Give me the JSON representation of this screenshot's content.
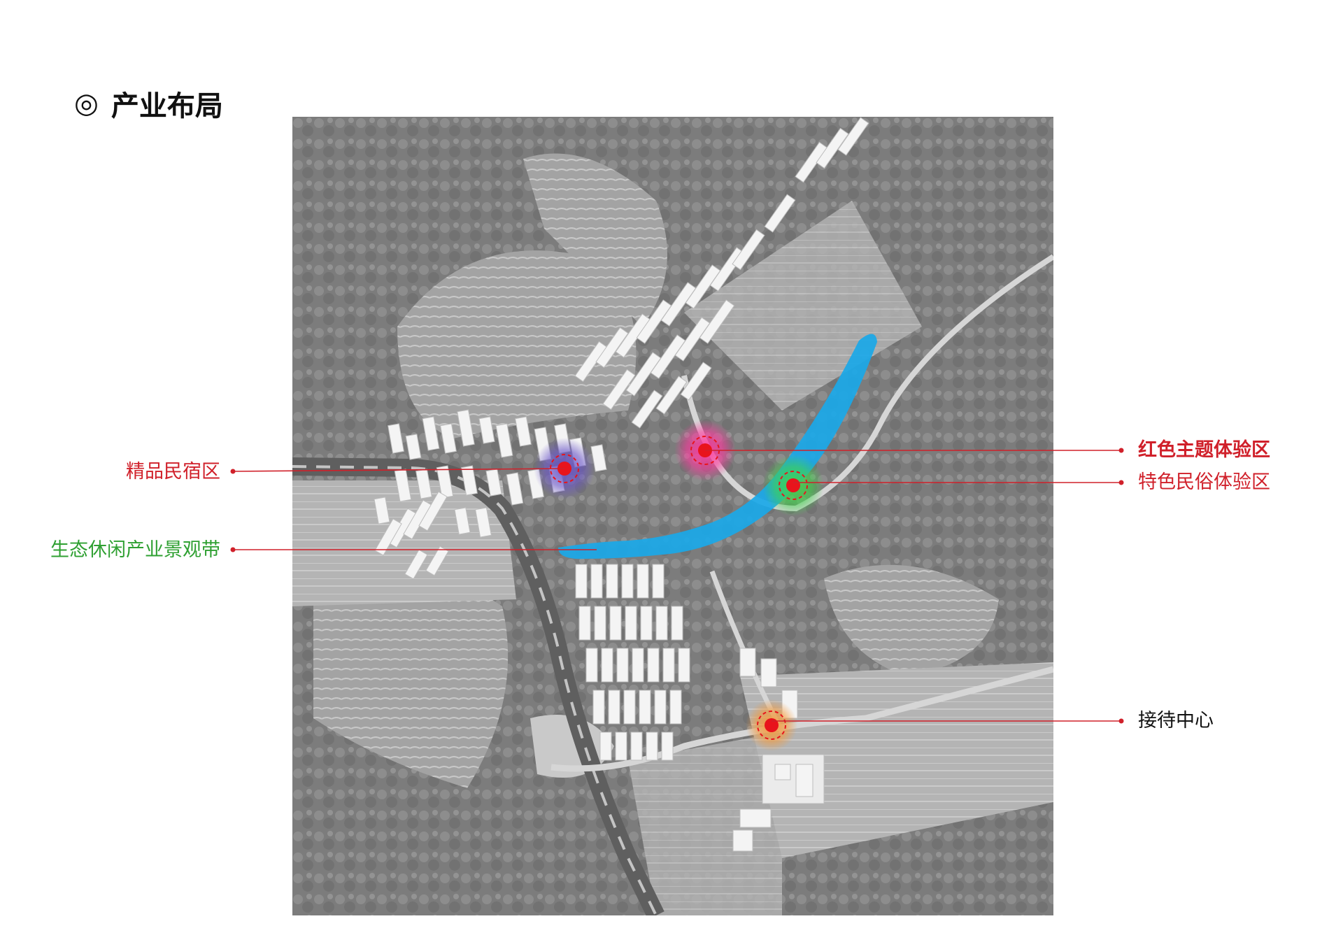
{
  "heading": {
    "icon": "◎",
    "icon_name": "double-circle-icon",
    "title": "产业布局"
  },
  "colors": {
    "label_red": "#d0202a",
    "label_green": "#2fa032",
    "label_black": "#111111",
    "leader_red": "#d0202a",
    "marker_dot": "#e8141c",
    "eco_band": "#1aa8e8",
    "halo_purple": "#6a55c8",
    "halo_pink": "#ff3aa0",
    "halo_green": "#3fd54a",
    "halo_orange": "#f59a3a"
  },
  "legend": {
    "homestay": {
      "label": "精品民宿区"
    },
    "eco_band": {
      "label": "生态休闲产业景观带"
    },
    "red_theme": {
      "label": "红色主题体验区"
    },
    "folk": {
      "label": "特色民俗体验区"
    },
    "reception": {
      "label": "接待中心"
    }
  }
}
